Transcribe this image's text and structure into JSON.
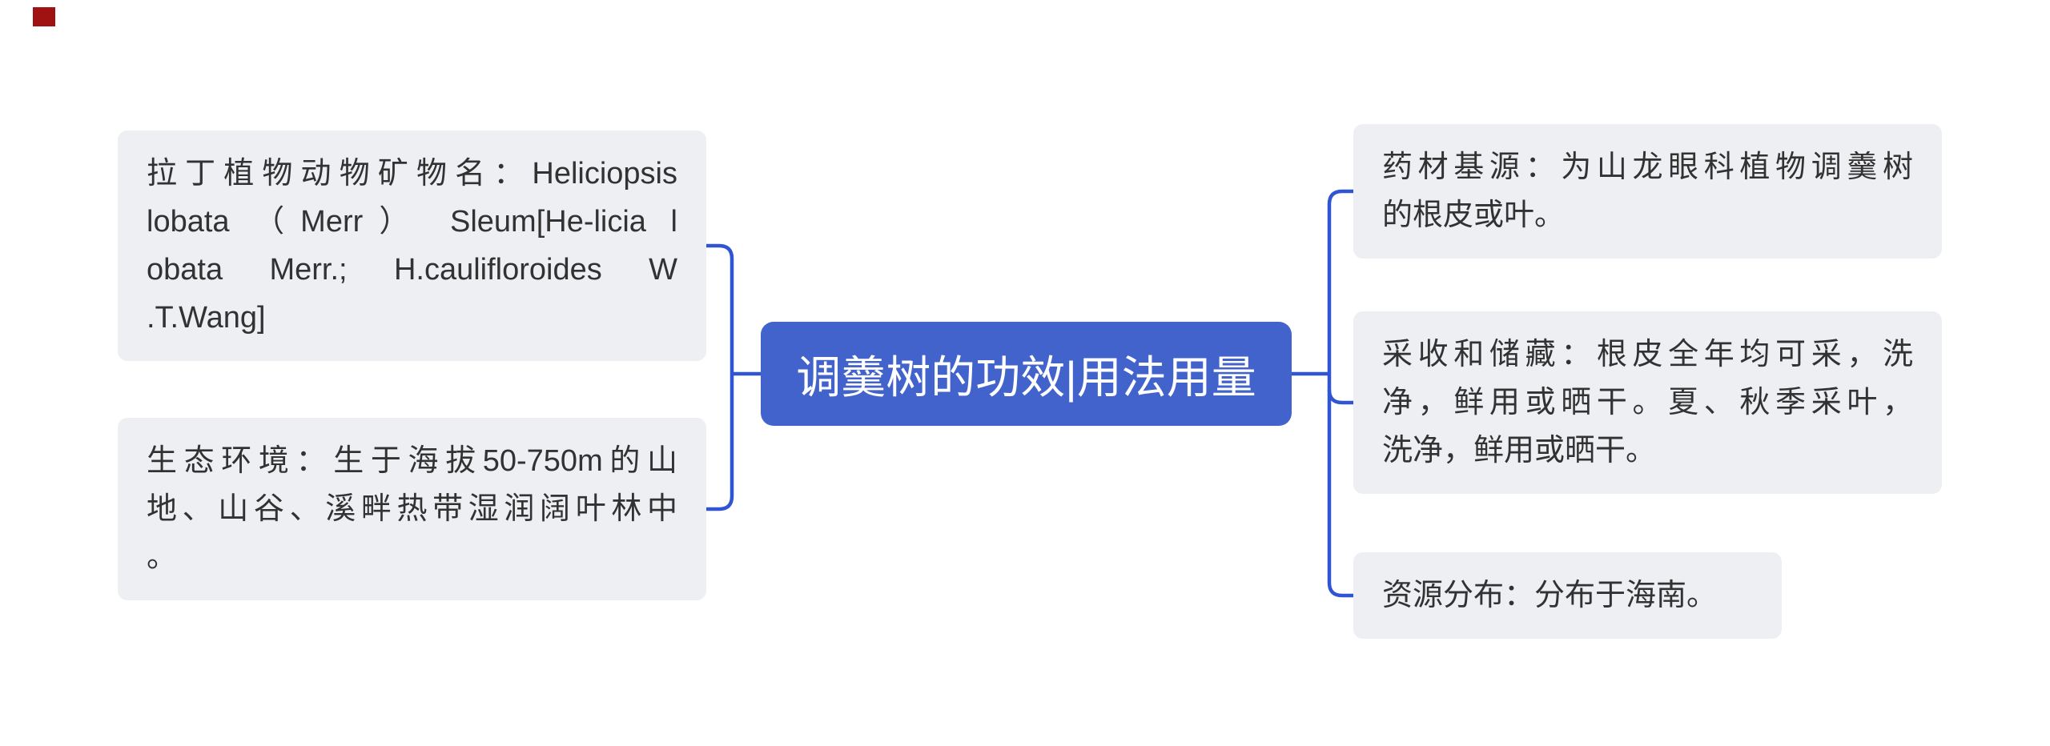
{
  "canvas": {
    "background": "#ffffff",
    "marker_color": "#a01212"
  },
  "styles": {
    "root_bg": "#4263cb",
    "root_text_color": "#ffffff",
    "branch_bg": "#edeff3",
    "branch_text_color": "#323232",
    "connector_color": "#2f55d4"
  },
  "root": {
    "label": "调羹树的功效|用法用量"
  },
  "left_nodes": [
    {
      "id": "latin-name",
      "text": "拉丁植物动物矿物名：Heliciopsis lobata （Merr） Sleum[He-licia lobata Merr.; H.caulifloroides W.T.Wang]",
      "lines": [
        "拉丁植物动物矿物名：Heliciopsis",
        "lobata （Merr） Sleum[He-licia l",
        "obata Merr.; H.caulifloroides W",
        ".T.Wang]"
      ]
    },
    {
      "id": "ecology",
      "text": "生态环境：生于海拔50-750m的山地、山谷、溪畔热带湿润阔叶林中。",
      "lines": [
        "生态环境：生于海拔50-750m的山",
        "地、山谷、溪畔热带湿润阔叶林中",
        "。"
      ]
    }
  ],
  "right_nodes": [
    {
      "id": "material-source",
      "text": "药材基源：为山龙眼科植物调羹树的根皮或叶。",
      "lines": [
        "药材基源：为山龙眼科植物调羹树",
        "的根皮或叶。"
      ]
    },
    {
      "id": "harvest-storage",
      "text": "采收和储藏：根皮全年均可采，洗净，鲜用或晒干。夏、秋季采叶，洗净，鲜用或晒干。",
      "lines": [
        "采收和储藏：根皮全年均可采，洗",
        "净，鲜用或晒干。夏、秋季采叶，",
        "洗净，鲜用或晒干。"
      ]
    },
    {
      "id": "distribution",
      "text": "资源分布：分布于海南。",
      "lines": [
        "资源分布：分布于海南。"
      ]
    }
  ]
}
